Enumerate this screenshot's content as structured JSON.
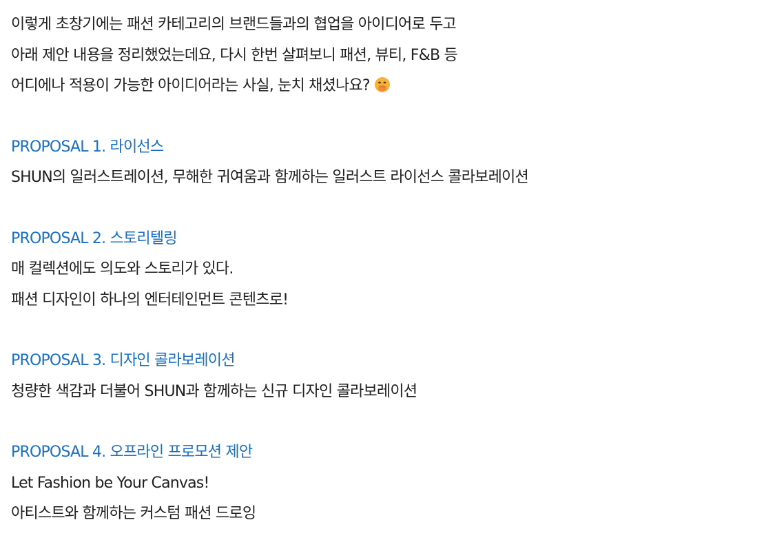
{
  "intro": {
    "lines": [
      "이렇게 초창기에는 패션 카테고리의 브랜드들과의 협업을 아이디어로 두고",
      "아래 제안 내용을 정리했었는데요, 다시 한번 살펴보니 패션, 뷰티, F&B 등",
      "어디에나 적용이 가능한 아이디어라는 사실, 눈치 채셨나요?"
    ],
    "emoji_icon": "hand-over-mouth-face-icon"
  },
  "proposals": [
    {
      "heading": "PROPOSAL 1. 라이선스",
      "lines": [
        "SHUN의 일러스트레이션, 무해한 귀여움과 함께하는 일러스트 라이선스 콜라보레이션"
      ]
    },
    {
      "heading": "PROPOSAL 2. 스토리텔링",
      "lines": [
        "매 컬렉션에도 의도와 스토리가 있다.",
        "패션 디자인이 하나의 엔터테인먼트 콘텐츠로!"
      ]
    },
    {
      "heading": "PROPOSAL 3. 디자인 콜라보레이션",
      "lines": [
        "청량한 색감과 더불어 SHUN과 함께하는 신규 디자인 콜라보레이션"
      ]
    },
    {
      "heading": "PROPOSAL 4. 오프라인 프로모션 제안",
      "lines": [
        "Let Fashion be Your Canvas!",
        "아티스트와 함께하는 커스텀 패션 드로잉"
      ]
    }
  ],
  "colors": {
    "heading": "#1a6fc4",
    "body": "#1f1f1f",
    "emoji_face": "#f6b23a"
  }
}
